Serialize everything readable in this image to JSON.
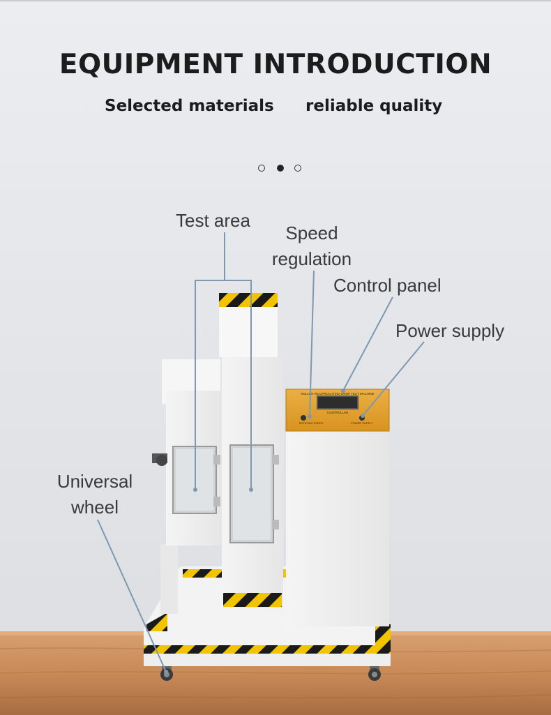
{
  "header": {
    "title": "EQUIPMENT INTRODUCTION",
    "subtitle_left": "Selected materials",
    "subtitle_right": "reliable quality"
  },
  "carousel": {
    "count": 3,
    "active_index": 1
  },
  "callouts": {
    "test_area": "Test area",
    "speed_regulation_line1": "Speed",
    "speed_regulation_line2": "regulation",
    "control_panel": "Control panel",
    "power_supply": "Power supply",
    "universal_wheel_line1": "Universal",
    "universal_wheel_line2": "wheel"
  },
  "machine_panel": {
    "title": "ROLLER RECIPROCATING DROP TEST MACHINE",
    "controller": "CONTROLLER",
    "rotating_speed": "ROTATING SPEED",
    "power_supply": "POWER SUPPLY"
  },
  "colors": {
    "panel_orange": "#e3a12c",
    "hazard_yellow": "#f2c400",
    "hazard_black": "#1a1a1a",
    "callout_line": "#7d98b0",
    "table_wood": "#c88a57"
  }
}
